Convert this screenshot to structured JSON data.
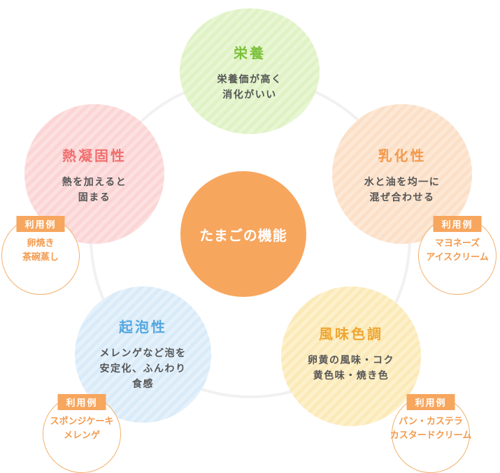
{
  "center": {
    "label": "たまごの機能"
  },
  "nodes": {
    "nutrition": {
      "title": "栄養",
      "desc": "栄養価が高く\n消化がいい"
    },
    "coagulation": {
      "title": "熱凝固性",
      "desc": "熱を加えると\n固まる"
    },
    "emulsify": {
      "title": "乳化性",
      "desc": "水と油を均一に\n混ぜ合わせる"
    },
    "foaming": {
      "title": "起泡性",
      "desc": "メレンゲなど泡を\n安定化、ふんわり\n食感"
    },
    "flavor": {
      "title": "風味色調",
      "desc": "卵黄の風味・コク\n黄色味・焼き色"
    }
  },
  "examples": {
    "badge_label": "利用例",
    "coagulation": "卵焼き\n茶碗蒸し",
    "emulsify": "マヨネーズ\nアイスクリーム",
    "foaming": "スポンジケーキ\nメレンゲ",
    "flavor": "パン・カステラ\nカスタードクリーム"
  },
  "colors": {
    "center": "#f7a65e",
    "nutrition": "#7cc13b",
    "coagulation": "#f06e6e",
    "emulsify": "#f39a4d",
    "foaming": "#54a7de",
    "flavor": "#efa630"
  }
}
